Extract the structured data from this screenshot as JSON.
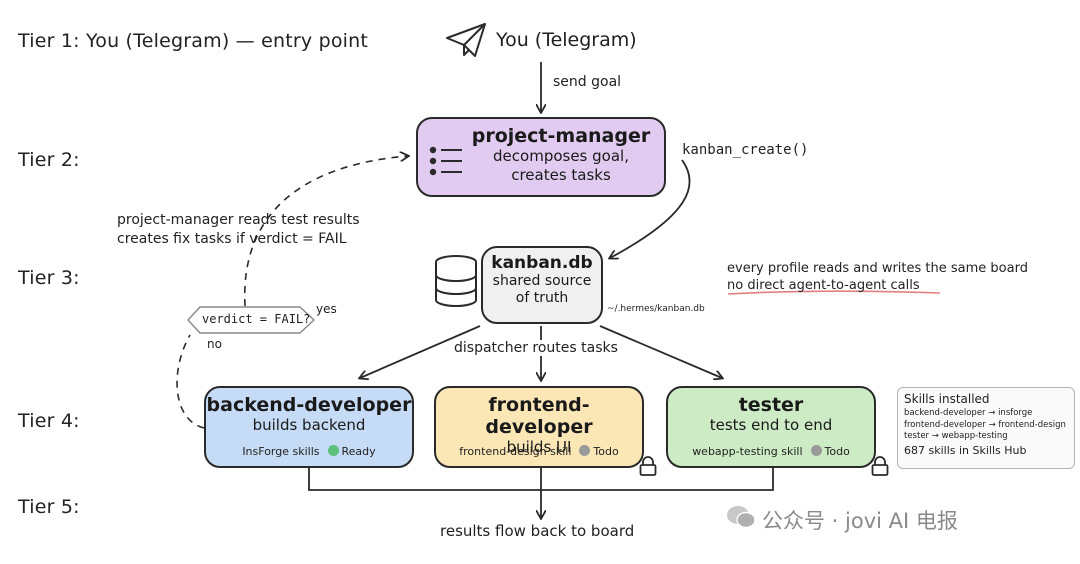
{
  "tiers": {
    "t1": "Tier 1: You (Telegram) — entry point",
    "t2": "Tier 2:",
    "t3": "Tier 3:",
    "t4": "Tier 4:",
    "t5": "Tier 5:"
  },
  "user": {
    "label": "You (Telegram)",
    "icon": "paper-plane-icon"
  },
  "edges": {
    "send_goal": "send goal",
    "kanban_create": "kanban_create()",
    "dispatcher": "dispatcher routes tasks",
    "results_back": "results flow back to board",
    "pm_reads_1": "project-manager reads test results",
    "pm_reads_2": "creates fix tasks if verdict = FAIL",
    "yes": "yes",
    "no": "no"
  },
  "verdict": {
    "label": "verdict = FAIL?"
  },
  "project_manager": {
    "title": "project-manager",
    "sub1": "decomposes goal,",
    "sub2": "creates tasks",
    "color": "#e1cbf0"
  },
  "kanban": {
    "title": "kanban.db",
    "sub1": "shared source",
    "sub2": "of truth",
    "path": "~/.hermes/kanban.db",
    "color": "#f0f0f0"
  },
  "note": {
    "line1": "every profile reads and writes the same board",
    "line2": "no direct agent-to-agent calls",
    "underline_color": "#e08080"
  },
  "agents": [
    {
      "title": "backend-developer",
      "sub": "builds backend",
      "skill": "InsForge skills",
      "status": "Ready",
      "status_color": "#5cbf7a",
      "color": "#c6dcf6"
    },
    {
      "title": "frontend-developer",
      "sub": "builds UI",
      "skill": "frontend-design skill",
      "status": "Todo",
      "status_color": "#9a9a9a",
      "color": "#fbe6b5"
    },
    {
      "title": "tester",
      "sub": "tests end to end",
      "skill": "webapp-testing skill",
      "status": "Todo",
      "status_color": "#9a9a9a",
      "color": "#cdecc6"
    }
  ],
  "skills_panel": {
    "title": "Skills installed",
    "lines": [
      "backend-developer → insforge",
      "frontend-developer → frontend-design",
      "tester → webapp-testing",
      "687 skills in Skills Hub"
    ]
  },
  "watermark": "公众号 · jovi AI 电报"
}
